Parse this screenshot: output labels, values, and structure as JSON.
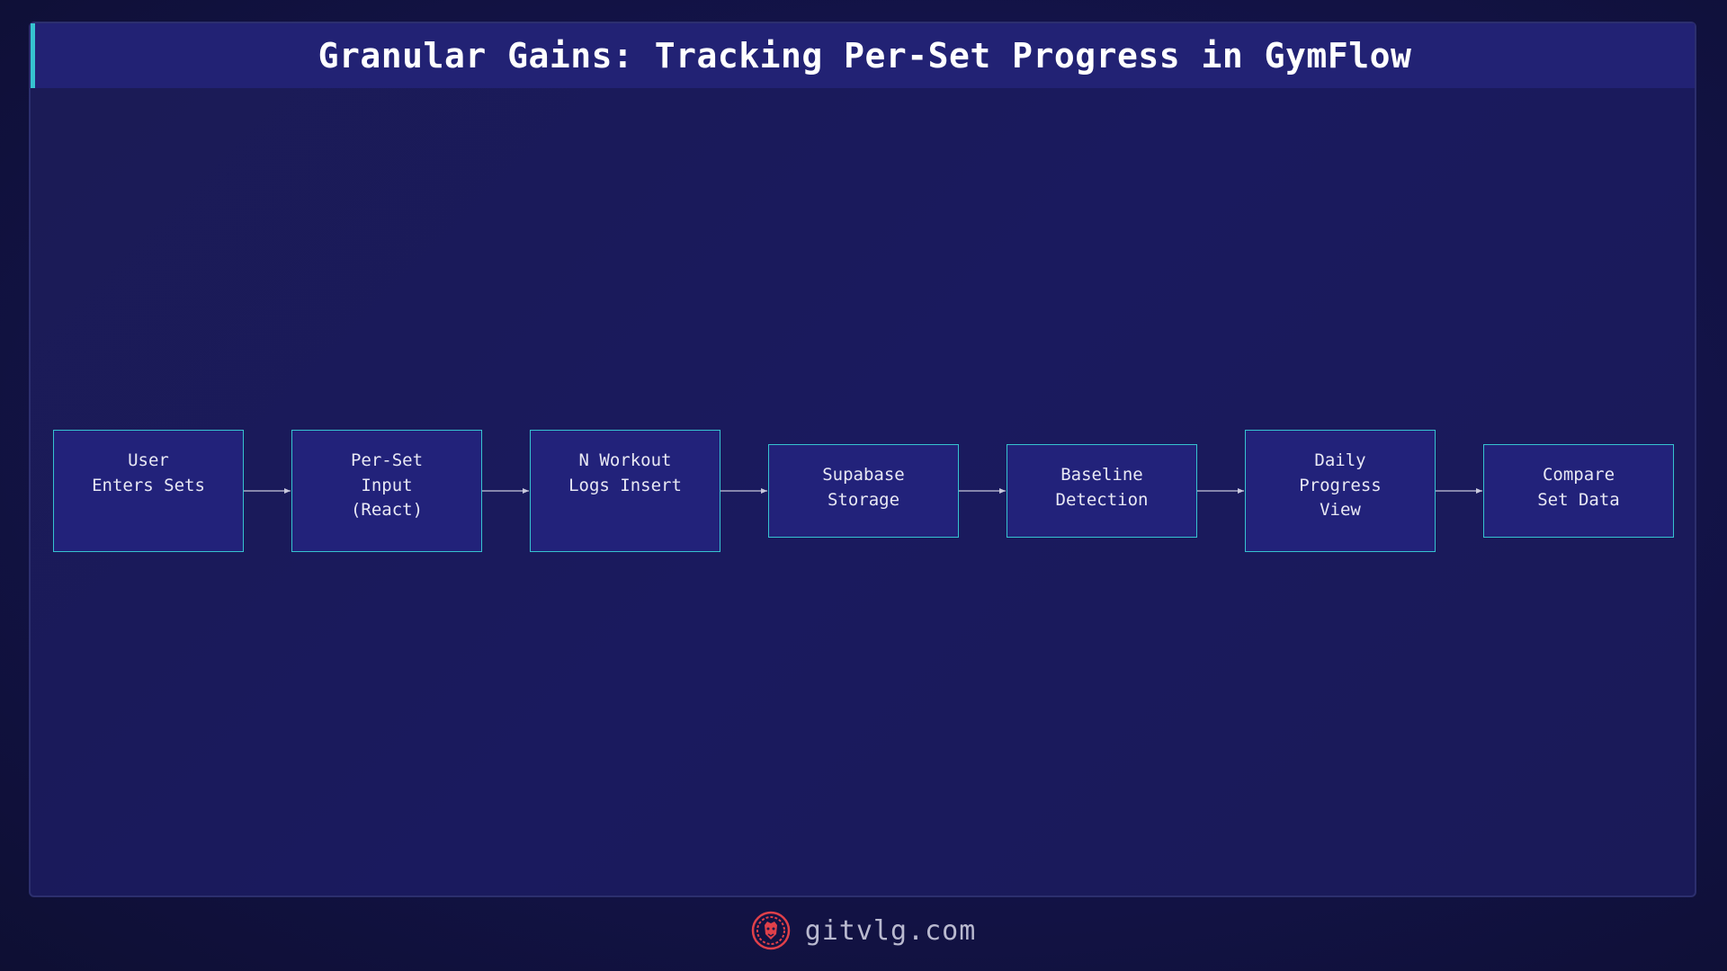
{
  "title": "Granular Gains: Tracking Per-Set Progress in GymFlow",
  "colors": {
    "accent": "#36c3d0",
    "node_fill": "#22227a",
    "title_bar": "#222274",
    "background": "#161650",
    "logo": "#e0404a"
  },
  "diagram": {
    "nodes": [
      {
        "id": "user-enters-sets",
        "label": "User\nEnters Sets"
      },
      {
        "id": "per-set-input",
        "label": "Per-Set\nInput\n(React)"
      },
      {
        "id": "n-workout-logs-insert",
        "label": "N Workout\nLogs Insert"
      },
      {
        "id": "supabase-storage",
        "label": "Supabase\nStorage"
      },
      {
        "id": "baseline-detection",
        "label": "Baseline\nDetection"
      },
      {
        "id": "daily-progress-view",
        "label": "Daily\nProgress\nView"
      },
      {
        "id": "compare-set-data",
        "label": "Compare\nSet Data"
      }
    ],
    "edges": [
      {
        "from": "user-enters-sets",
        "to": "per-set-input"
      },
      {
        "from": "per-set-input",
        "to": "n-workout-logs-insert"
      },
      {
        "from": "n-workout-logs-insert",
        "to": "supabase-storage"
      },
      {
        "from": "supabase-storage",
        "to": "baseline-detection"
      },
      {
        "from": "baseline-detection",
        "to": "daily-progress-view"
      },
      {
        "from": "daily-progress-view",
        "to": "compare-set-data"
      }
    ]
  },
  "footer": {
    "site": "gitvlg.com",
    "logo_icon": "lion-head-icon"
  }
}
